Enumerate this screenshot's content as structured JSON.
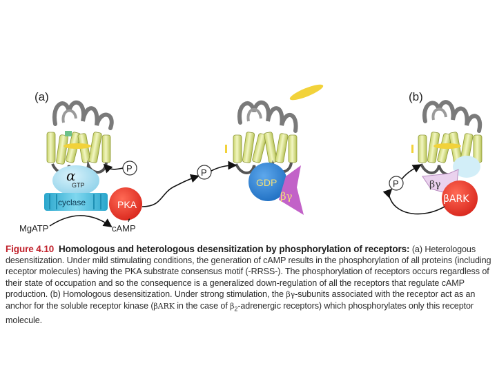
{
  "panels": {
    "a_label": "(a)",
    "b_label": "(b)"
  },
  "labels": {
    "alpha": "α",
    "gtp": "GTP",
    "cyclase": "cyclase",
    "pka": "PKA",
    "mgatp": "MgATP",
    "camp": "cAMP",
    "p": "P",
    "gdp": "GDP",
    "beta_gamma": "βγ",
    "beta_ark": "βARK"
  },
  "caption": {
    "figure": "Figure 4.10",
    "title": "Homologous and heterologous desensitization by phosphorylation of receptors:",
    "body_1": " (a) Heterologous desensitization. Under mild stimulating conditions, the generation of cAMP results in the phosphorylation of all proteins (including receptor molecules) having the PKA substrate consensus motif (-RRSS-). The phosphorylation of receptors occurs regardless of their state of occupation and so the consequence is a generalized down-regulation of all the receptors that regulate cAMP production. (b) Homologous desensitization. Under strong stimulation, the ",
    "beta_gamma": "βγ",
    "body_2": "-subunits associated with the receptor act as an anchor for the soluble receptor kinase (",
    "beta_ark": "βARK",
    "body_3": " in the case of ",
    "beta2": "β",
    "sub2": "2",
    "body_4": "-adrenergic receptors) which phosphorylates only this receptor molecule."
  },
  "colors": {
    "helix": "#e3ec9c",
    "pka": "#e63a2c",
    "gdp": "#2f86d6",
    "beta_gamma": "#c262c8",
    "cyclase": "#3fb6d6",
    "ligand": "#f2d23a",
    "figure_label": "#c0202a"
  }
}
